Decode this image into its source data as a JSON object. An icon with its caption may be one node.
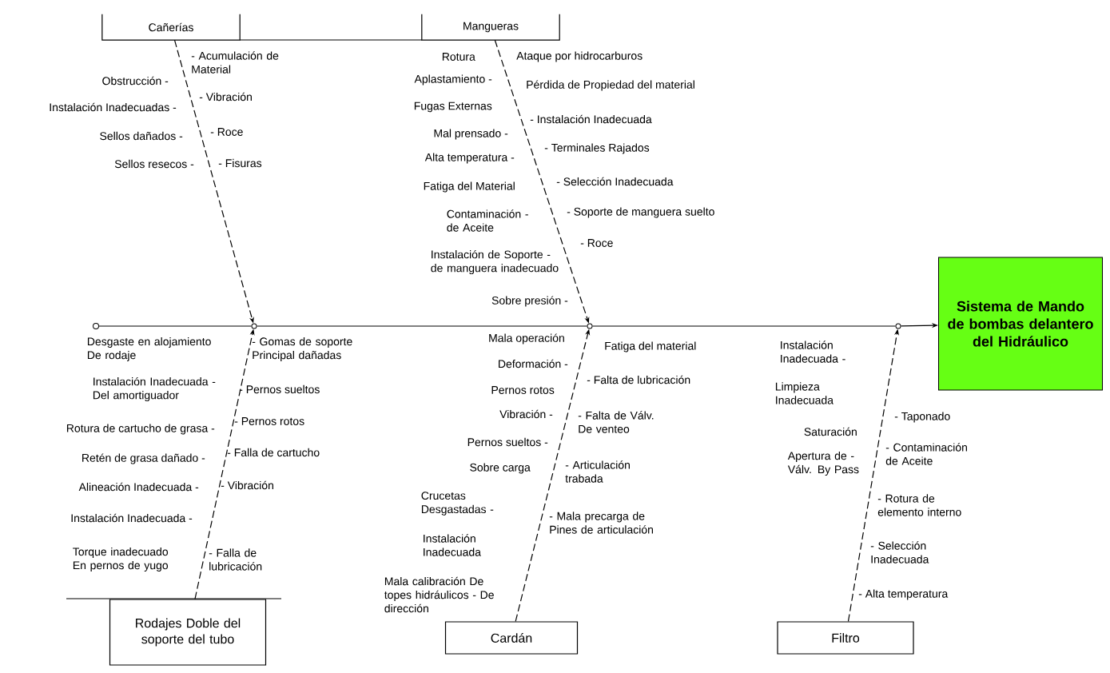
{
  "diagram": {
    "nodes": [
      {
        "text": [
          "Cañerías"
        ]
      },
      {
        "text": [
          "Mangueras"
        ]
      },
      {
        "text": [
          "Rodajes Doble del soporte del tubo"
        ]
      },
      {
        "text": [
          "Cardán"
        ]
      },
      {
        "text": [
          "Filtro"
        ]
      },
      {
        "text": [
          "Sistema de Mando de bombas delantero del Hidráulico"
        ]
      },
      {
        "text": [],
        "shape": "circle"
      },
      {
        "text": [],
        "shape": "circle"
      },
      {
        "text": [],
        "shape": "circle"
      },
      {
        "text": [],
        "shape": "circle"
      }
    ],
    "edges": [
      {
        "from": 6,
        "to": 7,
        "arrow": "none"
      },
      {
        "from": 7,
        "to": 8,
        "arrow": "none"
      },
      {
        "from": 8,
        "to": 9,
        "arrow": "none"
      },
      {
        "from": 9,
        "to": 5,
        "arrow": "to"
      },
      {
        "from": 0,
        "to": 7,
        "arrow": "to",
        "style": "dashed"
      },
      {
        "from": 2,
        "to": 7,
        "arrow": "to",
        "style": "dashed"
      },
      {
        "from": 1,
        "to": 8,
        "arrow": "to",
        "style": "dashed"
      },
      {
        "from": 3,
        "to": 8,
        "arrow": "to",
        "style": "dashed"
      },
      {
        "from": 4,
        "to": 9,
        "arrow": "to",
        "style": "dashed"
      }
    ],
    "labels": [
      "- Acumulación de Material",
      "Obstrucción -",
      "- Vibración",
      "Instalación Inadecuadas -",
      "- Roce",
      "Sellos dañados -",
      "Sellos resecos -",
      "- Fisuras",
      "Rotura",
      "Ataque por hidrocarburos",
      "Aplastamiento -",
      "Pérdida de Propiedad del material",
      "Fugas Externas",
      "- Instalación Inadecuada",
      "Mal prensado -",
      "- Terminales Rajados",
      "Alta temperatura -",
      "- Selección Inadecuada",
      "Fatiga del Material",
      "Contaminación - de Aceite",
      "- Soporte de manguera suelto",
      "- Roce",
      "Instalación de Soporte - de manguera inadecuado",
      "Sobre presión -",
      "Desgaste en alojamiento De rodaje",
      "- Gomas de soporte Principal dañadas",
      "Instalación Inadecuada - Del amortiguador",
      "- Pernos sueltos",
      "Rotura de cartucho de grasa -",
      "- Pernos rotos",
      "Retén de grasa dañado -",
      "- Falla de cartucho",
      "Alineación Inadecuada -",
      "- Vibración",
      "Instalación Inadecuada -",
      "Torque inadecuado En pernos de yugo",
      "- Falla de lubricación",
      "Mala operación",
      "Fatiga del material",
      "Deformación -",
      "- Falta de lubricación",
      "Pernos rotos",
      "Vibración -",
      "- Falta de Válv. De venteo",
      "Pernos sueltos -",
      "Sobre carga",
      "- Articulación trabada",
      "Crucetas Desgastadas -",
      "- Mala precarga de Pines de articulación",
      "Instalación Inadecuada",
      "Mala calibración De topes hidráulicos - De dirección",
      "Instalación Inadecuada -",
      "Limpieza Inadecuada",
      "- Taponado",
      "Saturación",
      "Apertura de - Válv. By Pass",
      "- Contaminación de Aceite",
      "- Rotura de elemento interno",
      "- Selección Inadecuada",
      "- Alta temperatura"
    ]
  }
}
